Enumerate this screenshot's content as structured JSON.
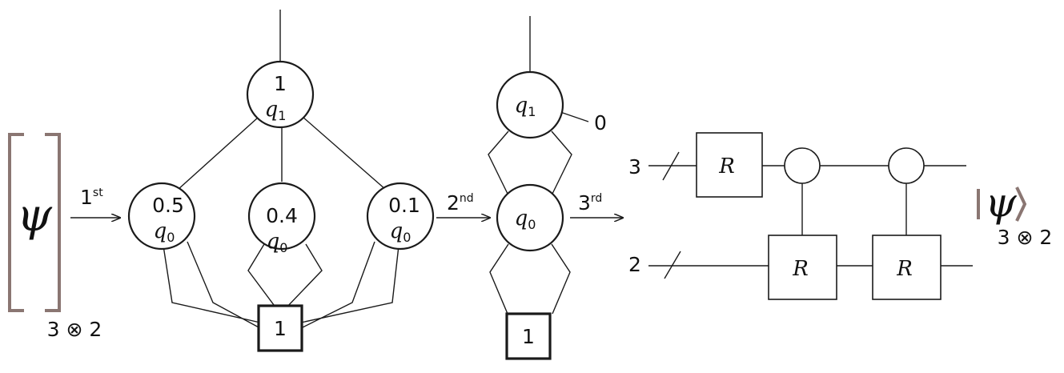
{
  "input_tensor": {
    "symbol": "ψ",
    "dims": "3 ⊗ 2"
  },
  "steps": [
    {
      "number": "1",
      "suffix": "st"
    },
    {
      "number": "2",
      "suffix": "nd"
    },
    {
      "number": "3",
      "suffix": "rd"
    }
  ],
  "dd1": {
    "root": {
      "weight": "1",
      "var": "q",
      "index": "1"
    },
    "children": [
      {
        "weight": "0.5",
        "var": "q",
        "index": "0"
      },
      {
        "weight": "0.4",
        "var": "q",
        "index": "0"
      },
      {
        "weight": "0.1",
        "var": "q",
        "index": "0"
      }
    ],
    "terminal": "1"
  },
  "dd2": {
    "root": {
      "var": "q",
      "index": "1",
      "edge_label": "0"
    },
    "child": {
      "var": "q",
      "index": "0"
    },
    "terminal": "1"
  },
  "circuit": {
    "wire_labels": [
      "3",
      "2"
    ],
    "gate_label": "R",
    "output_state": "ψ",
    "output_dims": "3 ⊗ 2"
  }
}
